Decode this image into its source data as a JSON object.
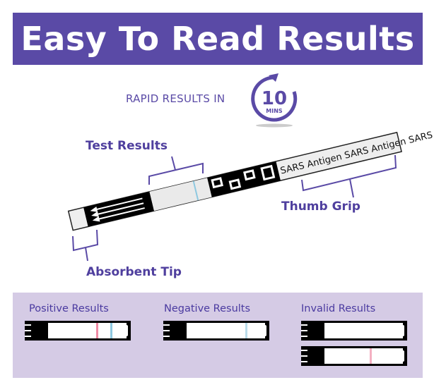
{
  "header": {
    "title": "Easy To Read Results"
  },
  "timer": {
    "prefix": "RAPID RESULTS IN",
    "number": "10",
    "unit": "MINS"
  },
  "strip": {
    "text": "SARS Antigen SARS Antigen SARS Antigen",
    "labels": {
      "test_results": "Test Results",
      "thumb_grip": "Thumb Grip",
      "absorbent_tip": "Absorbent Tip"
    }
  },
  "results": {
    "positive": {
      "label": "Positive Results"
    },
    "negative": {
      "label": "Negative Results"
    },
    "invalid": {
      "label": "Invalid Results"
    }
  },
  "colors": {
    "brand": "#5a4aa6",
    "panel": "#d5cbe5",
    "control_line": "#8ec8e0",
    "test_line": "#f08aa4"
  }
}
